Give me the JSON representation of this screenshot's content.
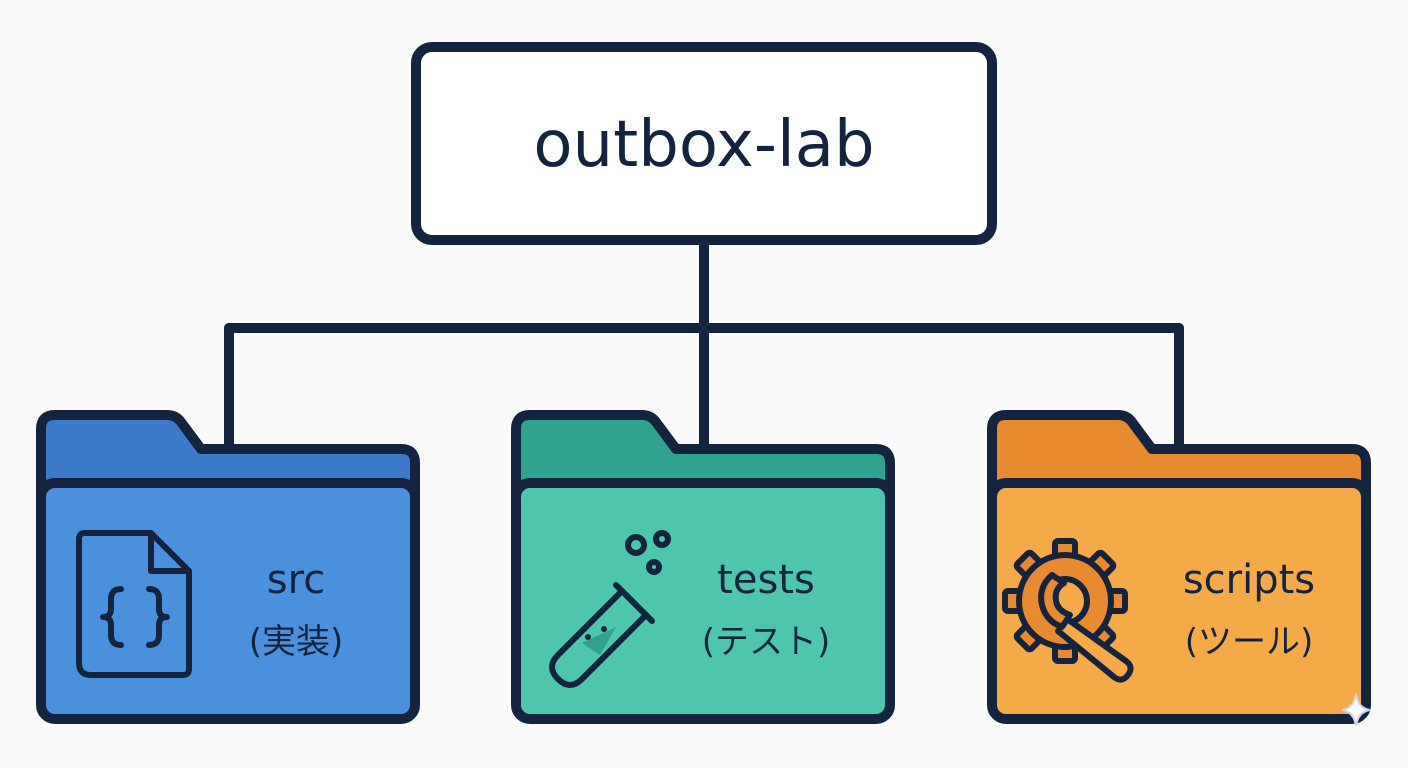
{
  "diagram": {
    "root": {
      "label": "outbox-lab"
    },
    "folders": [
      {
        "name": "src",
        "subtitle": "(実装)",
        "icon": "code-file-icon",
        "tab_color": "#3d7ac9",
        "body_color": "#4a90dc"
      },
      {
        "name": "tests",
        "subtitle": "(テスト)",
        "icon": "test-tube-icon",
        "tab_color": "#2fa390",
        "body_color": "#4ec5ad"
      },
      {
        "name": "scripts",
        "subtitle": "(ツール)",
        "icon": "gear-wrench-icon",
        "tab_color": "#e88a2e",
        "body_color": "#f5aa48"
      }
    ],
    "colors": {
      "stroke": "#14243f",
      "background": "#fafafa",
      "root_fill": "#ffffff"
    }
  }
}
